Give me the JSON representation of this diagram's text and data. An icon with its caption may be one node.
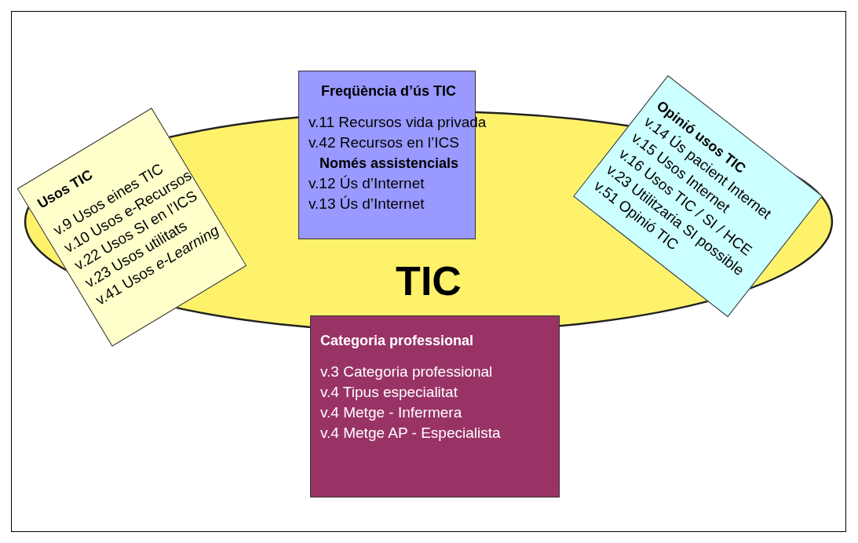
{
  "diagram": {
    "nodes": [
      {
        "text": [
          "TIC"
        ]
      },
      {
        "text": [
          "Usos TIC",
          "v.9 Usos eines TIC",
          "v.10 Usos e-Recursos",
          "v.22 Usos SI en l’ICS",
          "v.23 Usos utilitats",
          "v.41 Usos *e-Learning*"
        ]
      },
      {
        "text": [
          "Freqüència d’ús TIC",
          "v.11 Recursos vida privada",
          "v.42 Recursos en l’ICS",
          "Només assistencials",
          "v.12 Ús d’Internet",
          "v.13 Ús d’Internet"
        ]
      },
      {
        "text": [
          "Opinió usos TIC",
          "v.14 Ús pacient Internet",
          "v.15 Usos Internet",
          "v.16 Usos TIC / SI / HCE",
          "v.23 Utilitzaria SI possible",
          "v.51 Opinió TIC"
        ]
      },
      {
        "text": [
          "Categoria professional",
          "v.3 Categoria professional",
          "v.4 Tipus especialitat",
          "v.4 Metge - Infermera",
          "v.4 Metge AP - Especialista"
        ]
      }
    ],
    "edges": []
  }
}
